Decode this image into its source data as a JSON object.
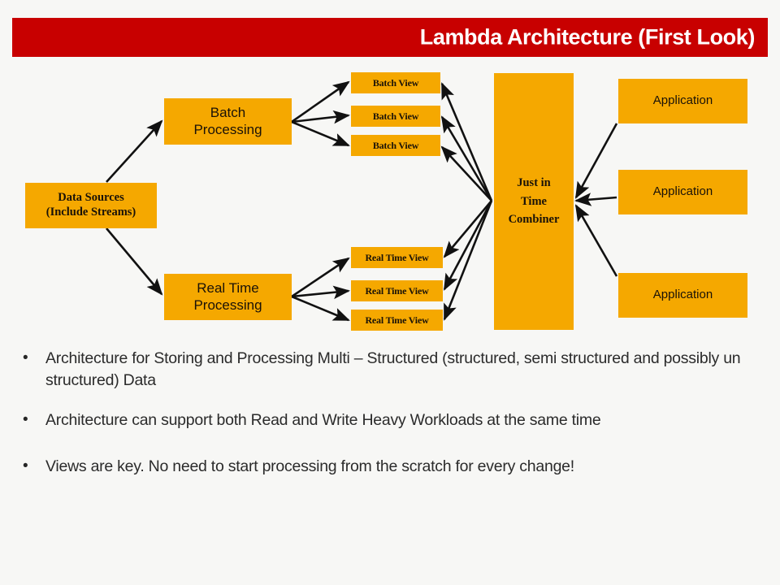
{
  "slide": {
    "title": "Lambda Architecture (First Look)",
    "background_color": "#f7f7f5",
    "title_bar_color": "#c80000",
    "title_text_color": "#ffffff",
    "node_color": "#F5A800",
    "arrow_color": "#111111"
  },
  "diagram": {
    "nodes": {
      "data_sources": "Data Sources\n(Include Streams)",
      "batch_processing": "Batch\nProcessing",
      "realtime_processing": "Real Time\nProcessing",
      "batch_views": [
        "Batch View",
        "Batch View",
        "Batch View"
      ],
      "realtime_views": [
        "Real Time View",
        "Real Time View",
        "Real Time View"
      ],
      "combiner": "Just in\nTime\nCombiner",
      "applications": [
        "Application",
        "Application",
        "Application"
      ]
    },
    "edges": [
      {
        "from": "data-sources",
        "to": "batch-processing"
      },
      {
        "from": "data-sources",
        "to": "realtime-processing"
      },
      {
        "from": "batch-processing",
        "to": "batch-view-1"
      },
      {
        "from": "batch-processing",
        "to": "batch-view-2"
      },
      {
        "from": "batch-processing",
        "to": "batch-view-3"
      },
      {
        "from": "realtime-processing",
        "to": "realtime-view-1"
      },
      {
        "from": "realtime-processing",
        "to": "realtime-view-2"
      },
      {
        "from": "realtime-processing",
        "to": "realtime-view-3"
      },
      {
        "from": "combiner",
        "to": "batch-view-1"
      },
      {
        "from": "combiner",
        "to": "batch-view-2"
      },
      {
        "from": "combiner",
        "to": "batch-view-3"
      },
      {
        "from": "combiner",
        "to": "realtime-view-1"
      },
      {
        "from": "combiner",
        "to": "realtime-view-2"
      },
      {
        "from": "combiner",
        "to": "realtime-view-3"
      },
      {
        "from": "application-1",
        "to": "combiner"
      },
      {
        "from": "application-2",
        "to": "combiner"
      },
      {
        "from": "application-3",
        "to": "combiner"
      }
    ]
  },
  "bullets": [
    {
      "marker": "•",
      "text": "Architecture for Storing and Processing Multi – Structured (structured, semi structured and possibly un structured) Data"
    },
    {
      "marker": "•",
      "text": "Architecture can support both Read and Write Heavy Workloads at the same time"
    },
    {
      "marker": "•",
      "text": "Views are key. No need to start processing from the scratch for every change!"
    }
  ]
}
